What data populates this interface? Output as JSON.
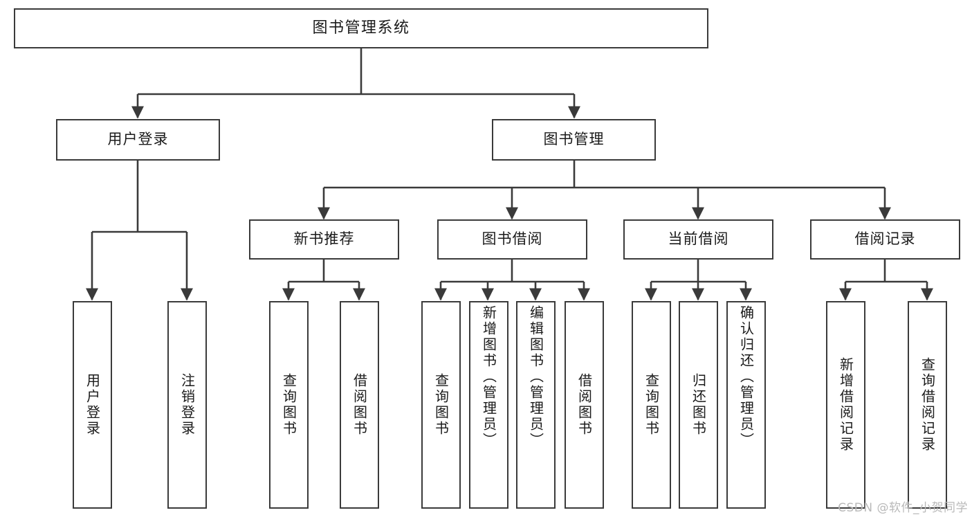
{
  "diagram": {
    "type": "tree",
    "title": "图书管理系统",
    "watermark": "CSDN @软件_小贺同学",
    "stroke_color": "#3a3a3a",
    "fill_color": "#ffffff",
    "text_color": "#1a1a1a",
    "watermark_color": "#b9b9b9"
  },
  "nodes": {
    "root": {
      "label": "图书管理系统"
    },
    "level1": [
      {
        "id": "user-login",
        "label": "用户登录"
      },
      {
        "id": "book-management",
        "label": "图书管理"
      }
    ],
    "level2": [
      {
        "id": "new-book-recommend",
        "label": "新书推荐"
      },
      {
        "id": "book-borrow",
        "label": "图书借阅"
      },
      {
        "id": "current-borrow",
        "label": "当前借阅"
      },
      {
        "id": "borrow-record",
        "label": "借阅记录"
      }
    ],
    "leaves": {
      "user_login": [
        {
          "id": "leaf-user-login",
          "label": "用户登录"
        },
        {
          "id": "leaf-logout-login",
          "label": "注销登录"
        }
      ],
      "new_book_recommend": [
        {
          "id": "leaf-query-book-1",
          "label": "查询图书"
        },
        {
          "id": "leaf-borrow-book-1",
          "label": "借阅图书"
        }
      ],
      "book_borrow": [
        {
          "id": "leaf-query-book-2",
          "label": "查询图书"
        },
        {
          "id": "leaf-add-book",
          "label": "新增图书（管理员）"
        },
        {
          "id": "leaf-edit-book",
          "label": "编辑图书（管理员）"
        },
        {
          "id": "leaf-borrow-book-2",
          "label": "借阅图书"
        }
      ],
      "current_borrow": [
        {
          "id": "leaf-query-book-3",
          "label": "查询图书"
        },
        {
          "id": "leaf-return-book",
          "label": "归还图书"
        },
        {
          "id": "leaf-confirm-return",
          "label": "确认归还（管理员）"
        }
      ],
      "borrow_record": [
        {
          "id": "leaf-add-record",
          "label": "新增借阅记录"
        },
        {
          "id": "leaf-query-record",
          "label": "查询借阅记录"
        }
      ]
    }
  }
}
